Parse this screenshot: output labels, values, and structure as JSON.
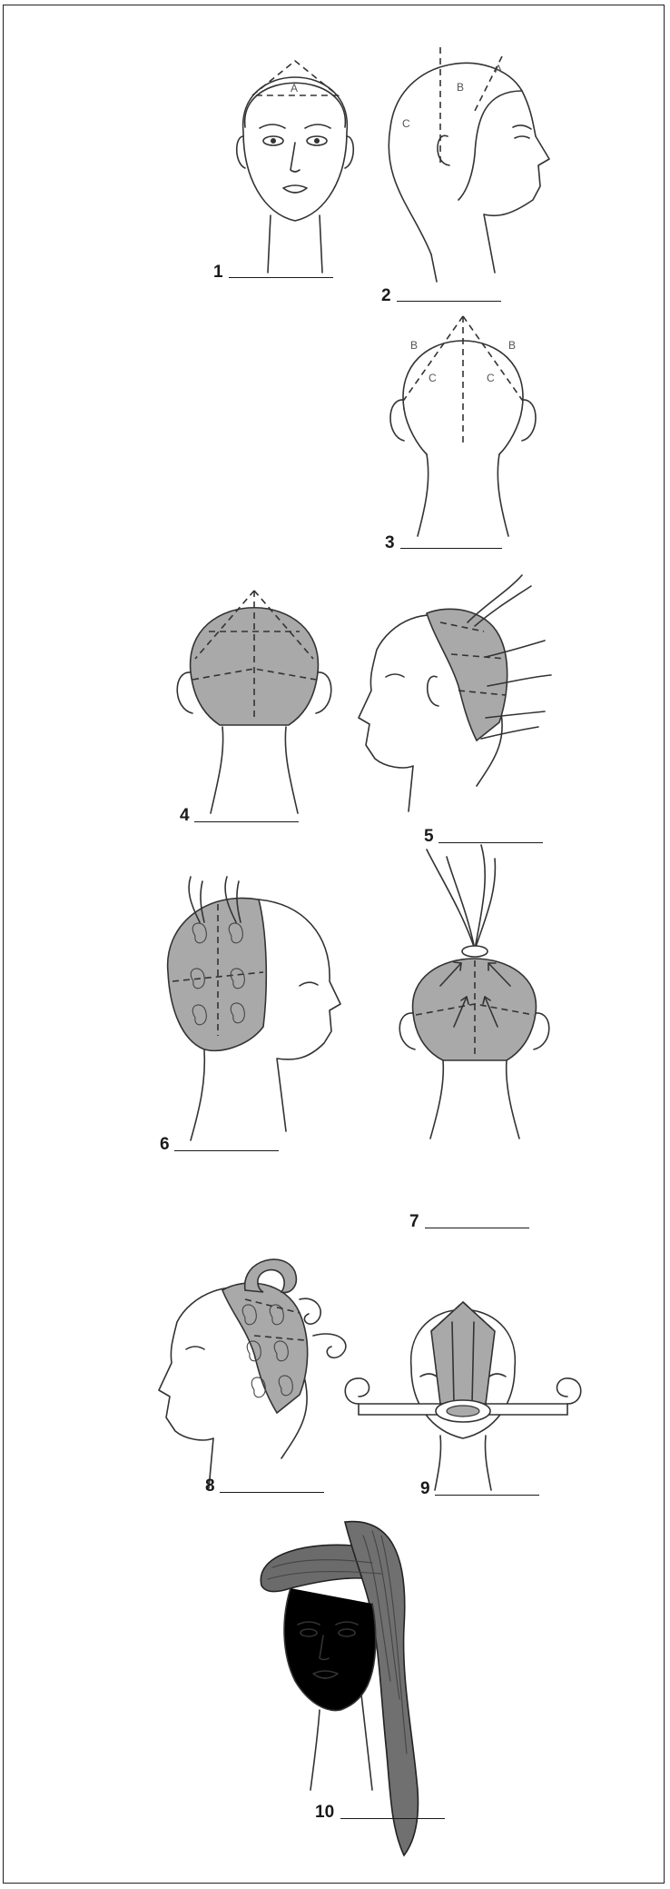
{
  "steps": [
    {
      "number": "1",
      "zones": [
        "A"
      ]
    },
    {
      "number": "2",
      "zones": [
        "A",
        "B",
        "C"
      ]
    },
    {
      "number": "3",
      "zones": [
        "B",
        "B",
        "C",
        "C"
      ]
    },
    {
      "number": "4"
    },
    {
      "number": "5"
    },
    {
      "number": "6"
    },
    {
      "number": "7"
    },
    {
      "number": "8"
    },
    {
      "number": "9"
    },
    {
      "number": "10"
    }
  ],
  "colors": {
    "frame": "#222222",
    "shade": "#a9a9a9",
    "ink": "#333333"
  }
}
